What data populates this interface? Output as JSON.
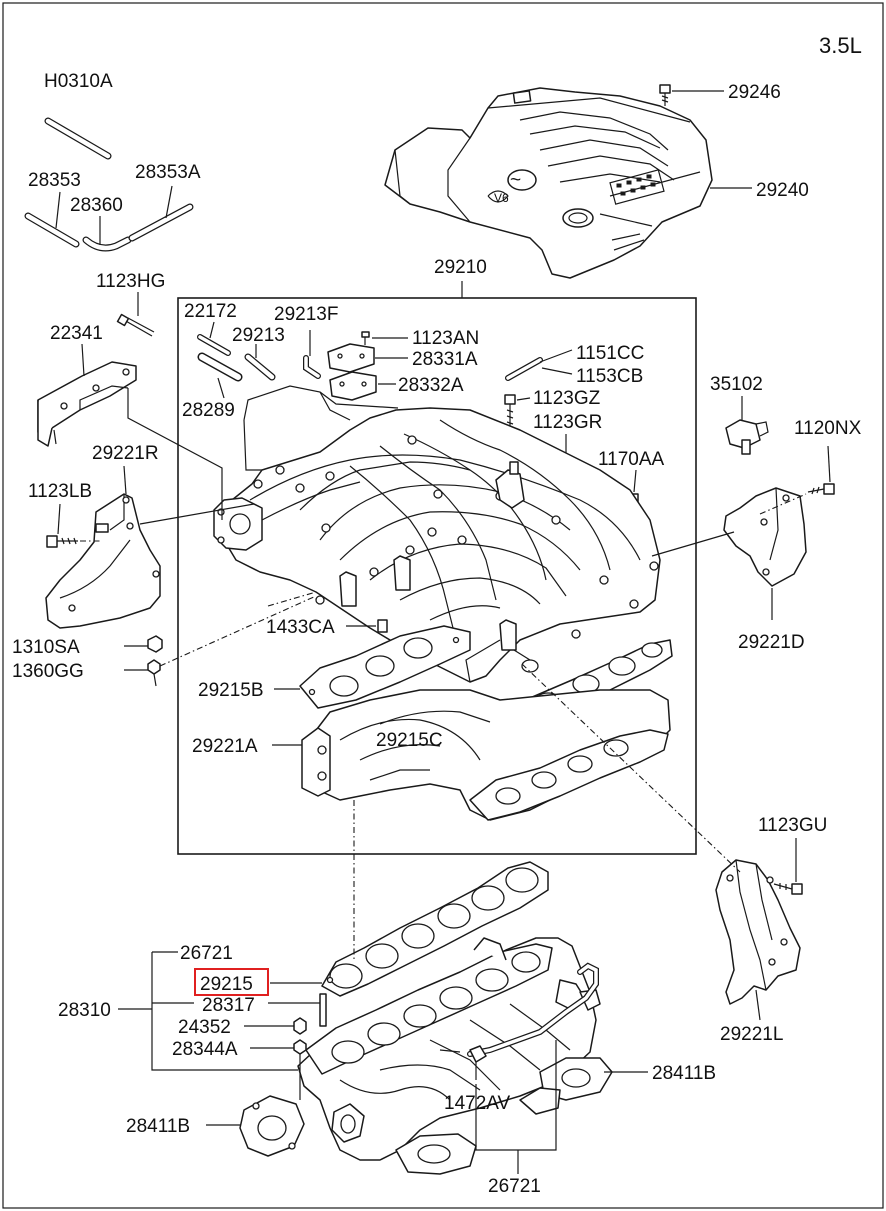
{
  "engine_label": "3.5L",
  "parts": {
    "p29246": "29246",
    "p29240": "29240",
    "p29210": "29210",
    "pH0310A": "H0310A",
    "p28353": "28353",
    "p28353A": "28353A",
    "p28360": "28360",
    "p1123HG": "1123HG",
    "p22341": "22341",
    "p22172": "22172",
    "p29213F": "29213F",
    "p29213": "29213",
    "p1123AN": "1123AN",
    "p28331A": "28331A",
    "p28332A": "28332A",
    "p1151CC": "1151CC",
    "p1153CB": "1153CB",
    "p1123GZ": "1123GZ",
    "p1123GR": "1123GR",
    "p28289": "28289",
    "p35102": "35102",
    "p1120NX": "1120NX",
    "p29221R": "29221R",
    "p1170AA": "1170AA",
    "p1123LB": "1123LB",
    "p29221D": "29221D",
    "p1310SA": "1310SA",
    "p1360GG": "1360GG",
    "p1433CA": "1433CA",
    "p29215B": "29215B",
    "p29221A": "29221A",
    "p29215C": "29215C",
    "p1123GU": "1123GU",
    "p26721_top": "26721",
    "p29215": "29215",
    "p28317": "28317",
    "p28310": "28310",
    "p24352": "24352",
    "p28344A": "28344A",
    "p29221L": "29221L",
    "p28411B_right": "28411B",
    "p1472AV": "1472AV",
    "p28411B_left": "28411B",
    "p26721_bottom": "26721"
  },
  "highlighted_part": "29215",
  "colors": {
    "highlight": "#e02020",
    "line": "#1a1a1a",
    "background": "#ffffff"
  }
}
